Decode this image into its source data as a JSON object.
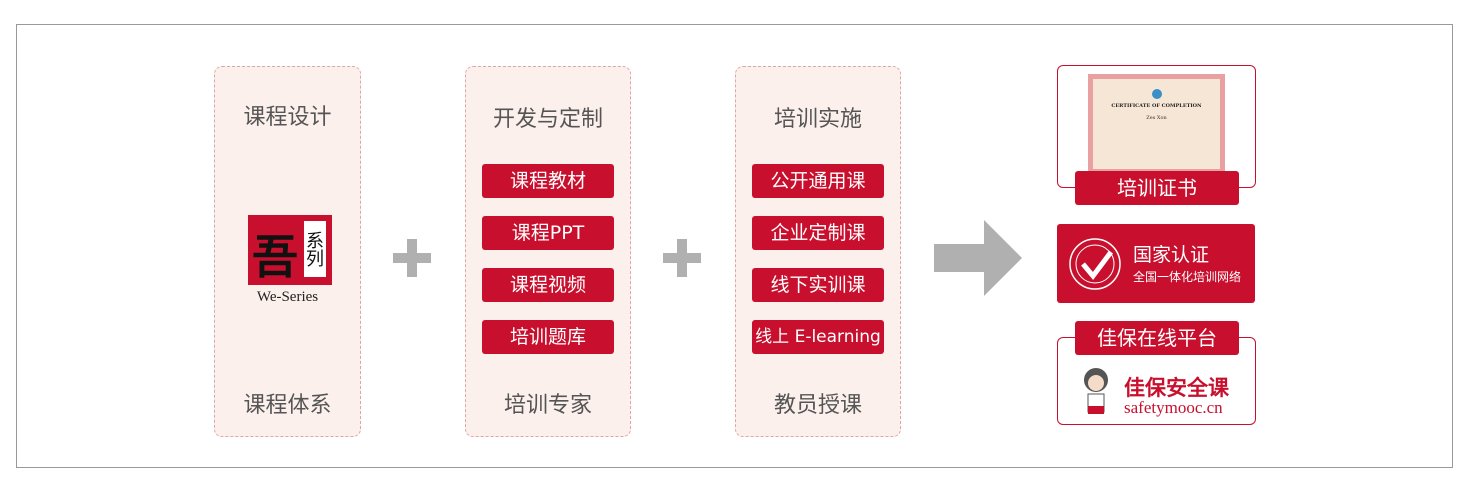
{
  "columns": [
    {
      "title": "课程设计",
      "footer": "课程体系",
      "logo": {
        "main_char": "吾",
        "side_chars": "系列",
        "caption": "We-Series"
      }
    },
    {
      "title": "开发与定制",
      "items": [
        "课程教材",
        "课程PPT",
        "课程视频",
        "培训题库"
      ],
      "footer": "培训专家"
    },
    {
      "title": "培训实施",
      "items": [
        "公开通用课",
        "企业定制课",
        "线下实训课",
        "线上 E-learning"
      ],
      "footer": "教员授课"
    }
  ],
  "outputs": {
    "certificate": {
      "label": "培训证书",
      "heading": "CERTIFICATE OF COMPLETION",
      "name": "Zes Xon"
    },
    "national": {
      "title": "国家认证",
      "subtitle": "全国一体化培训网络"
    },
    "platform": {
      "label": "佳保在线平台",
      "brand": "佳保安全课",
      "url": "safetymooc.cn"
    }
  },
  "colors": {
    "accent": "#c8102e",
    "panel_bg": "#fcf0ec",
    "connector": "#b0b0b0"
  }
}
